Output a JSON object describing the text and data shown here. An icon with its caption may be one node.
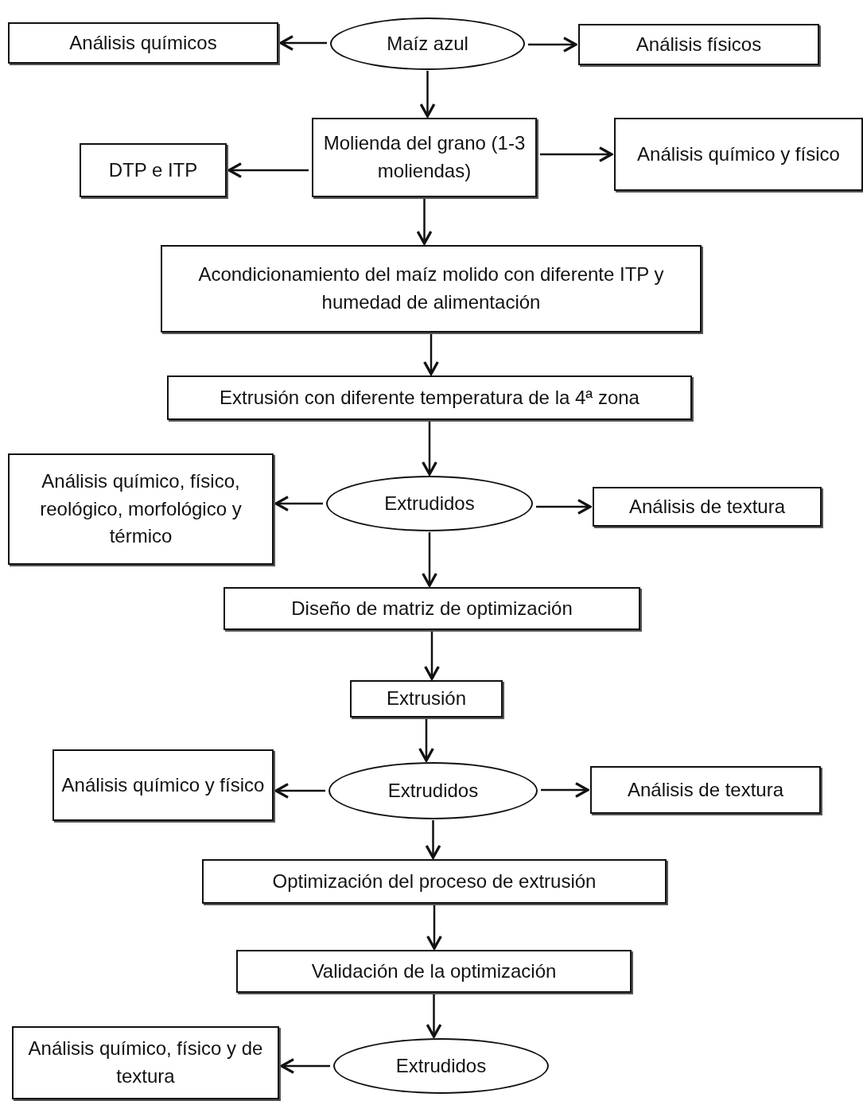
{
  "diagram": {
    "nodes": [
      {
        "text": [
          "Análisis químicos"
        ]
      },
      {
        "text": [
          "Maíz azul"
        ]
      },
      {
        "text": [
          "Análisis físicos"
        ]
      },
      {
        "text": [
          "Molienda del grano (1-3 moliendas)"
        ]
      },
      {
        "text": [
          "DTP e ITP"
        ]
      },
      {
        "text": [
          "Análisis químico y físico"
        ]
      },
      {
        "text": [
          "Acondicionamiento del maíz molido con diferente ITP y humedad de alimentación"
        ]
      },
      {
        "text": [
          "Extrusión con diferente temperatura de la 4ª zona"
        ]
      },
      {
        "text": [
          "Análisis químico, físico, reológico, morfológico y térmico"
        ]
      },
      {
        "text": [
          "Extrudidos"
        ]
      },
      {
        "text": [
          "Análisis de textura"
        ]
      },
      {
        "text": [
          "Diseño de matriz de optimización"
        ]
      },
      {
        "text": [
          "Extrusión"
        ]
      },
      {
        "text": [
          "Análisis químico y físico"
        ]
      },
      {
        "text": [
          "Extrudidos"
        ]
      },
      {
        "text": [
          "Análisis de textura"
        ]
      },
      {
        "text": [
          "Optimización del proceso de extrusión"
        ]
      },
      {
        "text": [
          "Validación de la optimización"
        ]
      },
      {
        "text": [
          "Análisis químico, físico y de textura"
        ]
      },
      {
        "text": [
          "Extrudidos"
        ]
      }
    ],
    "edges": [
      {
        "from": 1,
        "to": 0,
        "arrow": "to"
      },
      {
        "from": 1,
        "to": 2,
        "arrow": "to"
      },
      {
        "from": 1,
        "to": 3,
        "arrow": "to"
      },
      {
        "from": 3,
        "to": 4,
        "arrow": "to"
      },
      {
        "from": 3,
        "to": 5,
        "arrow": "to"
      },
      {
        "from": 3,
        "to": 6,
        "arrow": "to"
      },
      {
        "from": 6,
        "to": 7,
        "arrow": "to"
      },
      {
        "from": 7,
        "to": 9,
        "arrow": "to"
      },
      {
        "from": 9,
        "to": 8,
        "arrow": "to"
      },
      {
        "from": 9,
        "to": 10,
        "arrow": "to"
      },
      {
        "from": 9,
        "to": 11,
        "arrow": "to"
      },
      {
        "from": 11,
        "to": 12,
        "arrow": "to"
      },
      {
        "from": 12,
        "to": 14,
        "arrow": "to"
      },
      {
        "from": 14,
        "to": 13,
        "arrow": "to"
      },
      {
        "from": 14,
        "to": 15,
        "arrow": "to"
      },
      {
        "from": 14,
        "to": 16,
        "arrow": "to"
      },
      {
        "from": 16,
        "to": 17,
        "arrow": "to"
      },
      {
        "from": 17,
        "to": 19,
        "arrow": "to"
      },
      {
        "from": 19,
        "to": 18,
        "arrow": "to"
      }
    ]
  }
}
